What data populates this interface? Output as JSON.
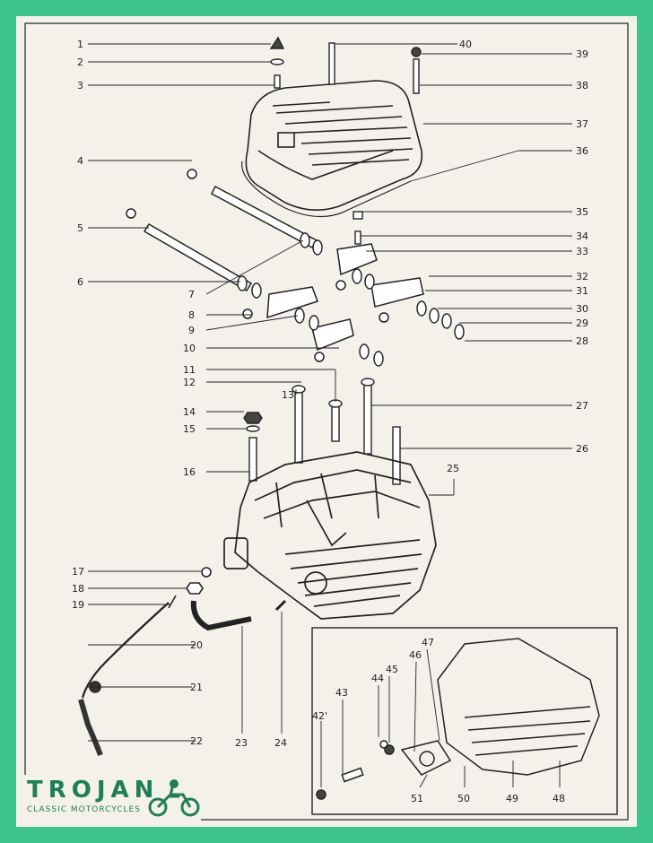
{
  "labels": {
    "left": [
      "1",
      "2",
      "3",
      "4",
      "5",
      "6",
      "7",
      "8",
      "9",
      "10",
      "11",
      "12",
      "13",
      "14",
      "15",
      "16",
      "17",
      "18",
      "19",
      "20",
      "21",
      "22"
    ],
    "right": [
      "40",
      "39",
      "38",
      "37",
      "36",
      "35",
      "34",
      "33",
      "32",
      "31",
      "30",
      "29",
      "28",
      "27",
      "26",
      "25"
    ],
    "bottom": [
      "23",
      "24"
    ],
    "inset": [
      "42'",
      "43",
      "44",
      "45",
      "46",
      "47",
      "48",
      "49",
      "50",
      "51"
    ]
  },
  "logo": {
    "title": "TROJAN",
    "subtitle": "CLASSIC MOTORCYCLES"
  },
  "colors": {
    "border": "#3ec48a",
    "paper": "#f3f1ea",
    "ink": "#222222",
    "brand": "#1f7f52"
  }
}
